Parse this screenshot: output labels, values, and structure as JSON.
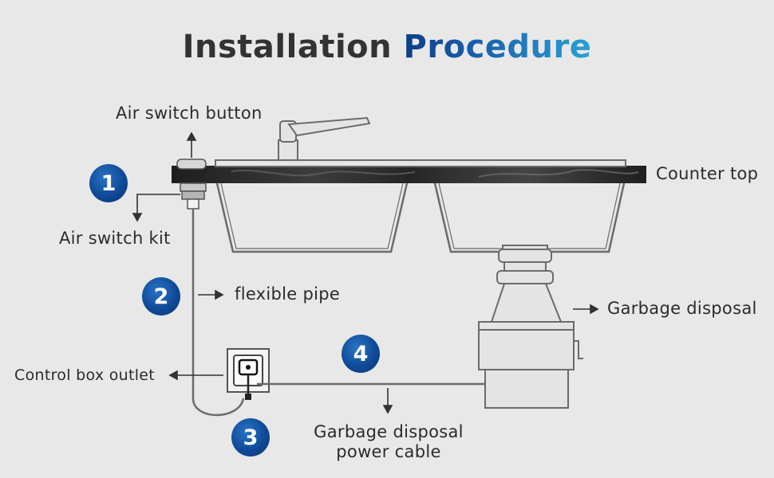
{
  "title": {
    "part1": "Installation",
    "part2": "Procedure"
  },
  "steps": [
    "1",
    "2",
    "3",
    "4"
  ],
  "labels": {
    "air_switch_button": "Air switch button",
    "air_switch_kit": "Air switch kit",
    "counter_top": "Counter top",
    "flexible_pipe": "flexible pipe",
    "garbage_disposal": "Garbage disposal",
    "control_box_outlet": "Control box outlet",
    "power_cable_line1": "Garbage disposal",
    "power_cable_line2": "power cable"
  },
  "colors": {
    "background": "#e8e8e8",
    "badge": "#0f4a98",
    "title_gray": "#333333",
    "title_blue_start": "#0c3f86",
    "title_blue_end": "#2aa0d6",
    "countertop": "#2a2a2a",
    "line": "#6b6b6b"
  }
}
